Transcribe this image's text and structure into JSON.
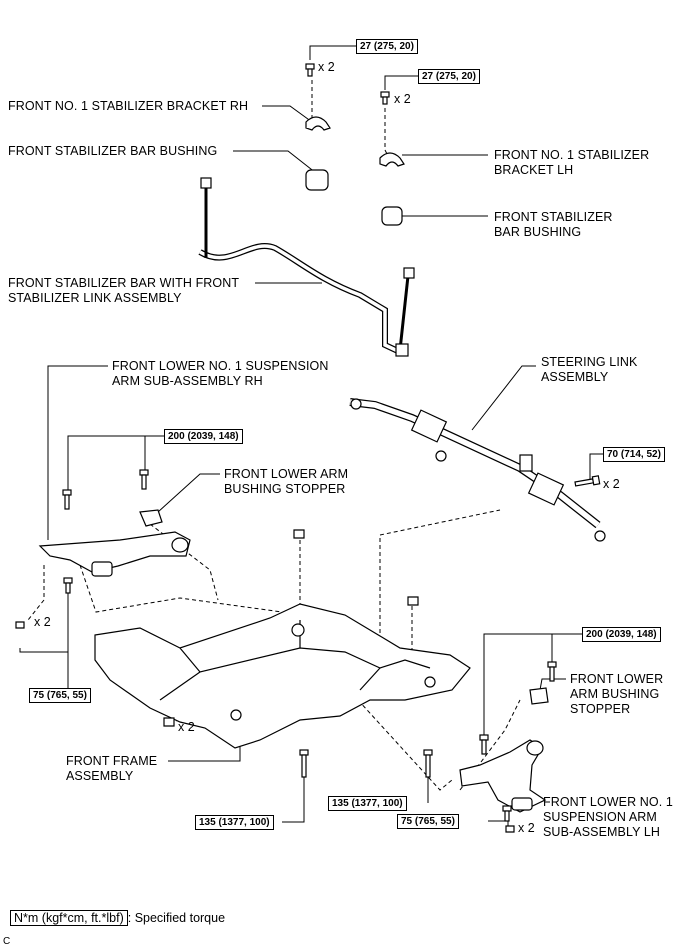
{
  "labels": {
    "bracket_rh": "FRONT NO. 1 STABILIZER BRACKET RH",
    "bushing_upper": "FRONT STABILIZER BAR BUSHING",
    "bracket_lh": "FRONT NO. 1 STABILIZER\nBRACKET LH",
    "bushing_right": "FRONT STABILIZER\nBAR BUSHING",
    "stabilizer_bar": "FRONT STABILIZER BAR WITH FRONT\nSTABILIZER LINK ASSEMBLY",
    "lower_arm_rh": "FRONT LOWER NO. 1 SUSPENSION\nARM SUB-ASSEMBLY RH",
    "steering_link": "STEERING LINK\nASSEMBLY",
    "arm_stopper_left": "FRONT LOWER ARM\nBUSHING STOPPER",
    "arm_stopper_right": "FRONT LOWER\nARM BUSHING\nSTOPPER",
    "front_frame": "FRONT FRAME\nASSEMBLY",
    "lower_arm_lh": "FRONT LOWER NO. 1\nSUSPENSION ARM\nSUB-ASSEMBLY LH"
  },
  "torques": {
    "bracket_rh": "27 (275, 20)",
    "bracket_lh": "27 (275, 20)",
    "steering": "70 (714, 52)",
    "arm_rh_upper": "200 (2039, 148)",
    "arm_rh_lower": "75 (765, 55)",
    "arm_lh_upper": "200 (2039, 148)",
    "frame_center": "135 (1377, 100)",
    "frame_left": "135 (1377, 100)",
    "arm_lh_lower": "75 (765, 55)"
  },
  "multipliers": {
    "bracket_rh": "x 2",
    "bracket_lh": "x 2",
    "steering": "x 2",
    "arm_rh": "x 2",
    "frame_nut": "x 2",
    "arm_lh": "x 2"
  },
  "legend": {
    "unit_box": "N*m (kgf*cm, ft.*lbf)",
    "description": ": Specified torque"
  },
  "corner_code": "C"
}
